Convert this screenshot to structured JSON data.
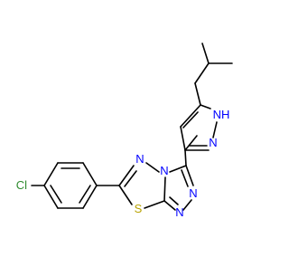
{
  "structure": {
    "atom_labels": {
      "cl": "Cl",
      "s": "S",
      "n_thiadiazole": "N",
      "n_bridge": "N",
      "n_triazole_a": "N",
      "n_triazole_b": "N",
      "n_pyrazole": "N",
      "nh_pyrazole": "NH"
    }
  },
  "colors": {
    "bond": "#000000",
    "nitrogen": "#0000ff",
    "sulfur": "#b8a200",
    "chlorine": "#2e8b2e",
    "background": "#ffffff"
  }
}
